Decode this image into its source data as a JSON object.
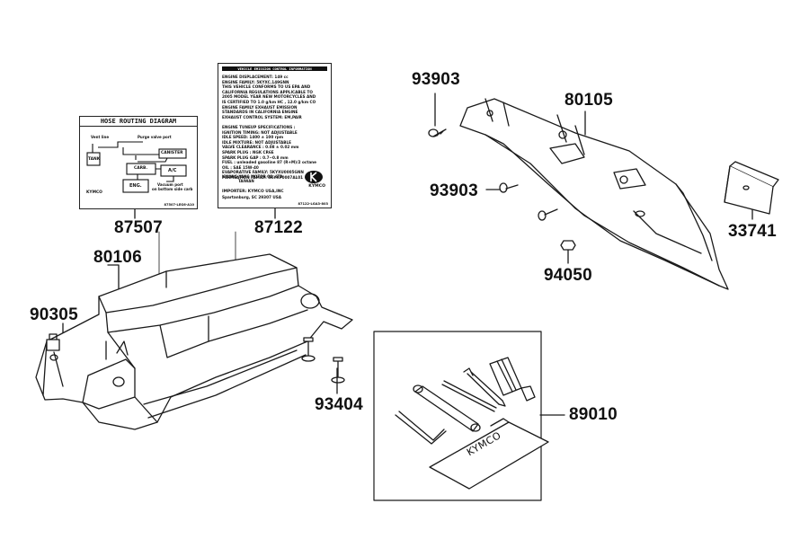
{
  "part_numbers": {
    "p87507": "87507",
    "p87122": "87122",
    "p80106": "80106",
    "p90305": "90305",
    "p93404": "93404",
    "p93903_top": "93903",
    "p80105": "80105",
    "p93903_mid": "93903",
    "p94050": "94050",
    "p33741": "33741",
    "p89010": "89010"
  },
  "hose_label": {
    "title": "HOSE ROUTING DIAGRAM",
    "vent_line": "Vent line",
    "purge_port": "Purge valve port",
    "canister": "CANISTER",
    "tank": "TANK",
    "carb": "CARB.",
    "ac": "A/C",
    "eng": "ENG.",
    "vacuum_port": "Vacuum port",
    "vacuum_port2": "on bottom side carb",
    "brand": "KYMCO",
    "footer": "87507-LEG6-A10"
  },
  "emission_label": {
    "title": "VEHICLE EMISSION CONTROL INFORMATION",
    "lines": [
      "ENGINE DISPLACEMENT: 149 cc",
      "ENGINE FAMILY: 5KYXC.149GNN",
      "THIS VEHICLE CONFORMS TO US EPA AND",
      "CALIFORNIA REGULATIONS APPLICABLE TO",
      "2005 MODEL YEAR NEW MOTORCYCLES AND",
      "IS CERTIFIED TO 1.0 g/km HC , 12.0 g/km CO",
      "ENGINE FAMILY EXHAUST EMISSION",
      "STANDARDS IN CALIFORNIA ENGINE",
      "EXHAUST CONTROL SYSTEM: EM,PAIR",
      "",
      "ENGINE TUNEUP SPECIFICATIONS :",
      "IGNITION TIMING: NOT ADJUSTABLE",
      "IDLE SPEED: 1400 ± 100 rpm",
      "IDLE MIXTURE: NOT ADJUSTABLE",
      "VALVE CLEARANCE : 0.08 ± 0.02 mm",
      "SPARK PLUG : NGK CR6E",
      "SPARK PLUG GAP : 0.7~0.8 mm",
      "FUEL : unleaded gasoline 87 (R+M)/2 octane",
      "OIL : SAE 15W-40",
      "EVAPORATIVE FAMILY: 5KYXU0005GNN",
      "PERMEATION FAMILY: 5KYXP0007AL01"
    ],
    "maker": "KWANG YANG MOTOR CO.,LTD",
    "country": "TAIWAN",
    "importer": "IMPORTER: KYMCO USA,INC",
    "importer_city": "Spartanburg, SC 29307 USA",
    "brand": "KYMCO",
    "footer": "87122-LGA3-803"
  },
  "toolkit": {
    "pouch_brand": "KYMCO"
  }
}
